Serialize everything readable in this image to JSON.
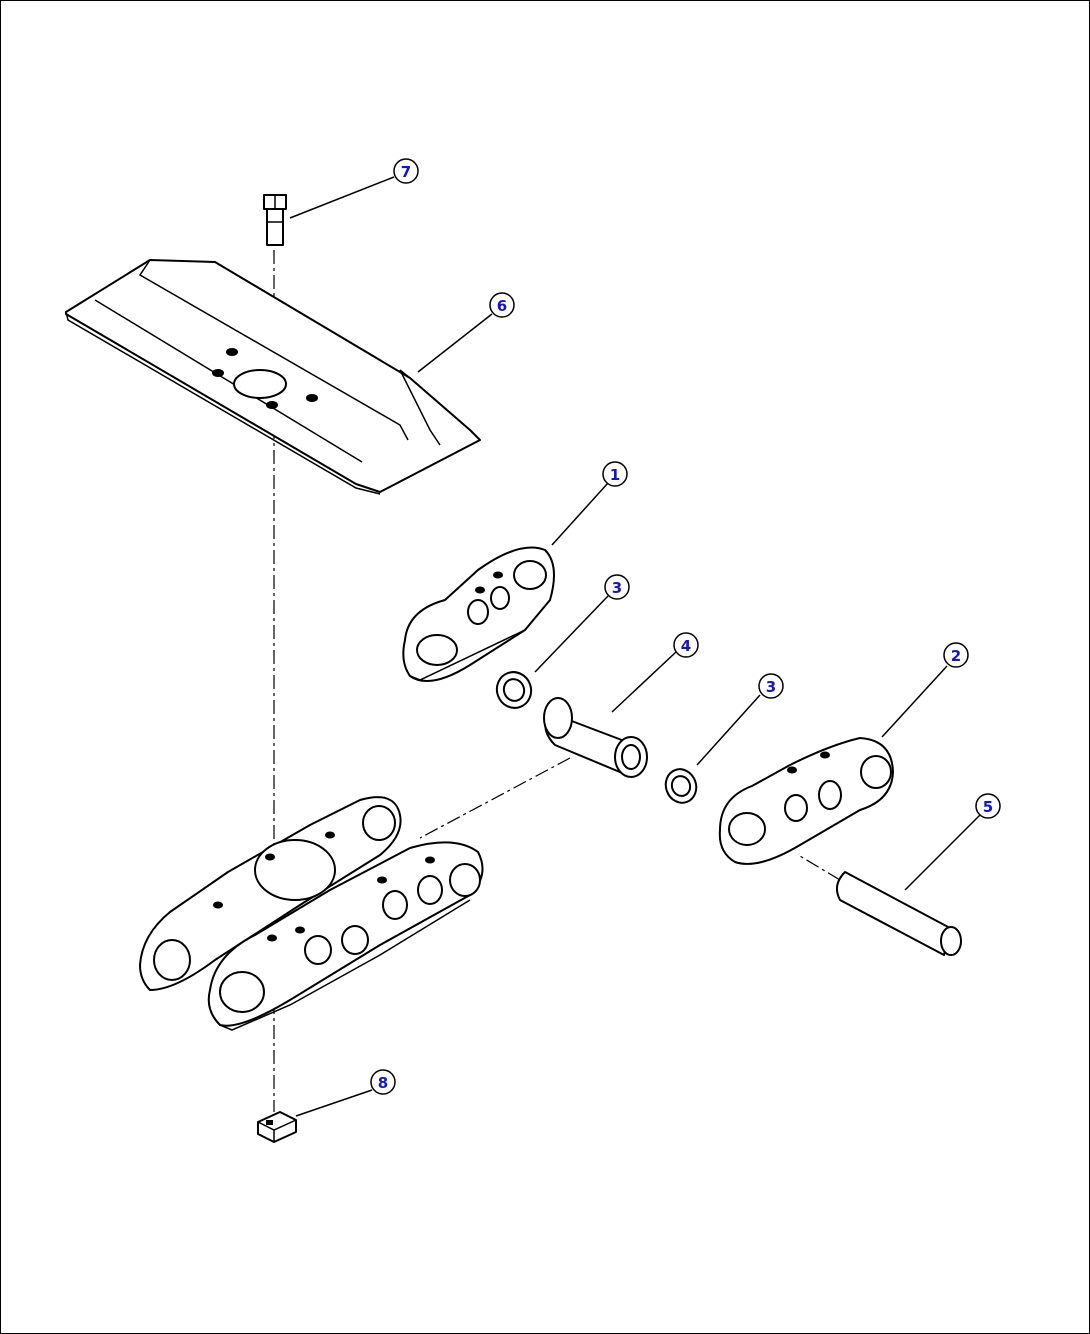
{
  "callouts": {
    "c1": "1",
    "c2": "2",
    "c3a": "3",
    "c3b": "3",
    "c4": "4",
    "c5": "5",
    "c6": "6",
    "c7": "7",
    "c8": "8"
  },
  "colors": {
    "callout_text": "#1414c8",
    "line": "#000000",
    "background": "#ffffff"
  }
}
